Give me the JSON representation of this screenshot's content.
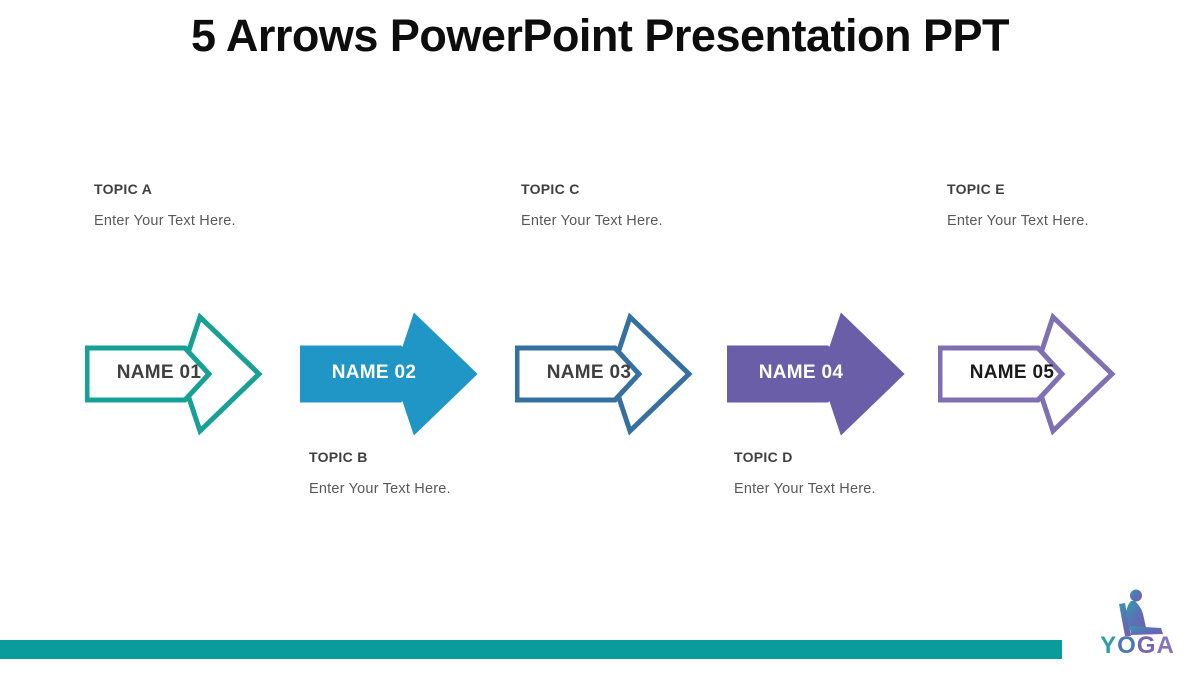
{
  "slide_title": "5 Arrows PowerPoint Presentation PPT",
  "topics_top": [
    {
      "label": "TOPIC A",
      "text": "Enter Your Text Here."
    },
    {
      "label": "TOPIC C",
      "text": "Enter Your Text Here."
    },
    {
      "label": "TOPIC E",
      "text": "Enter Your Text Here."
    }
  ],
  "topics_bottom": [
    {
      "label": "TOPIC B",
      "text": "Enter Your Text Here."
    },
    {
      "label": "TOPIC D",
      "text": "Enter Your Text Here."
    }
  ],
  "arrows": [
    {
      "name": "NAME 01",
      "style": "outline",
      "fill": "#ffffff",
      "stroke": "#17a096",
      "text_color": "#3f3f3f"
    },
    {
      "name": "NAME 02",
      "style": "solid",
      "fill": "#1f96c5",
      "stroke": "#1f96c5",
      "text_color": "#ffffff"
    },
    {
      "name": "NAME 03",
      "style": "outline",
      "fill": "#ffffff",
      "stroke": "#35709f",
      "text_color": "#3f3f3f"
    },
    {
      "name": "NAME 04",
      "style": "solid",
      "fill": "#6a5ea8",
      "stroke": "#6a5ea8",
      "text_color": "#ffffff"
    },
    {
      "name": "NAME 05",
      "style": "outline",
      "fill": "#ffffff",
      "stroke": "#8070b2",
      "text_color": "#1a1a1a"
    }
  ],
  "footer": {
    "bar_color": "#0a9b9c",
    "brand": "YOGA",
    "brand_letters": [
      {
        "char": "Y",
        "color": "#2b9fb0"
      },
      {
        "char": "O",
        "color": "#4b77b5"
      },
      {
        "char": "G",
        "color": "#7765af"
      },
      {
        "char": "A",
        "color": "#8673bc"
      }
    ]
  }
}
